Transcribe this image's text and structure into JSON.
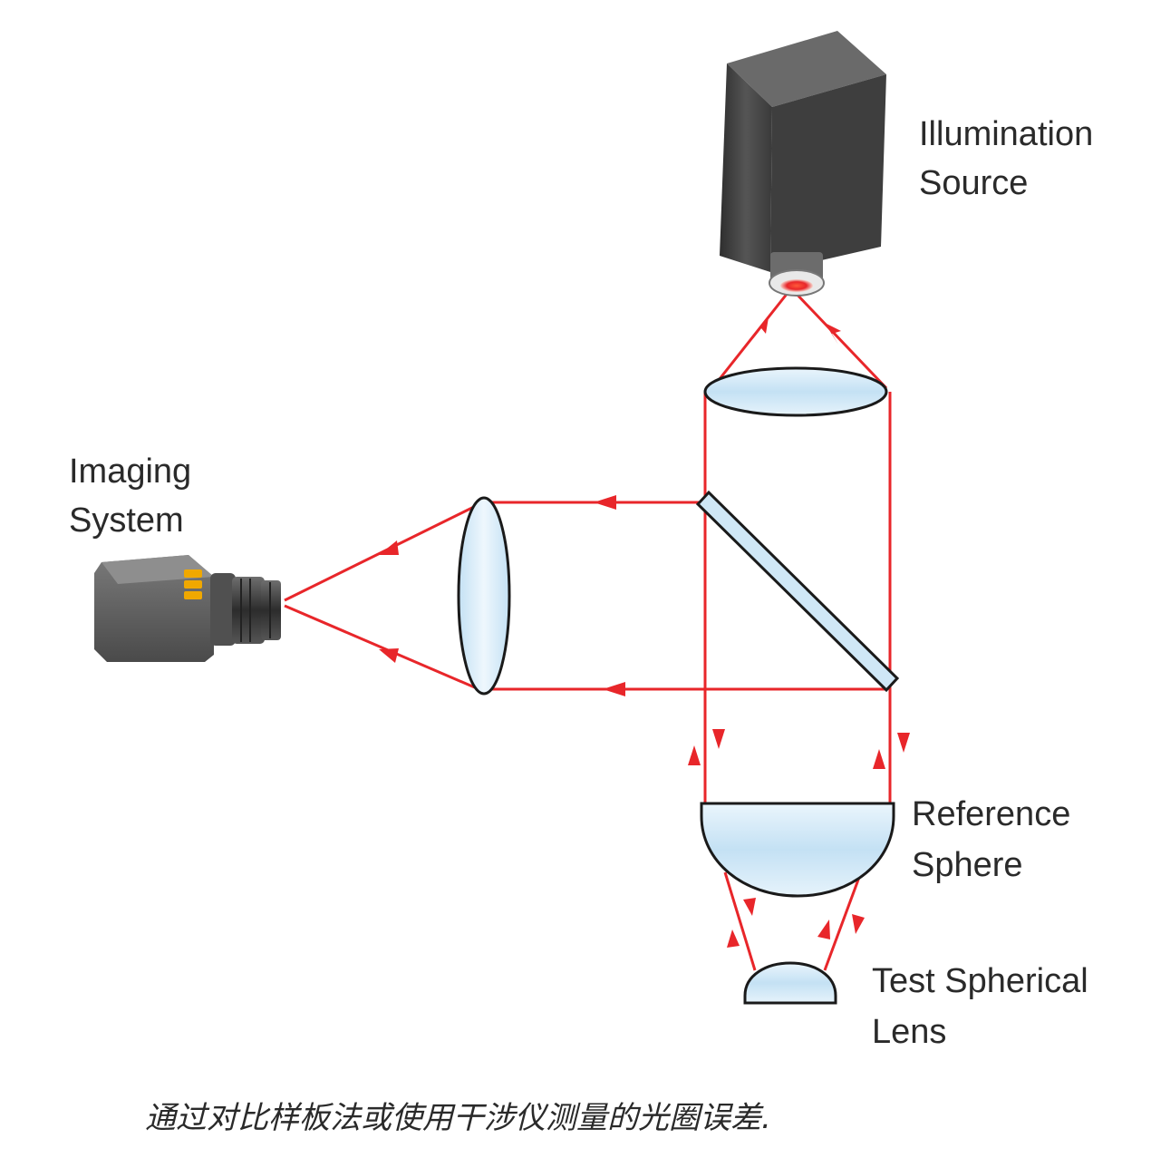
{
  "labels": {
    "illumination_line1": "Illumination",
    "illumination_line2": "Source",
    "imaging_line1": "Imaging",
    "imaging_line2": "System",
    "reference_line1": "Reference",
    "reference_line2": "Sphere",
    "test_line1": "Test Spherical",
    "test_line2": "Lens"
  },
  "caption": "通过对比样板法或使用干涉仪测量的光圈误差.",
  "colors": {
    "beam": "#e8262a",
    "glass_fill": "#cfe7f6",
    "glass_edge": "#1a1a1a",
    "label_text": "#2a2a2a",
    "camera_body": "#5a5a5a",
    "source_body": "#3d3d3d",
    "camera_indicator": "#f0a800"
  },
  "icons": [
    "illumination-source-icon",
    "camera-icon"
  ]
}
